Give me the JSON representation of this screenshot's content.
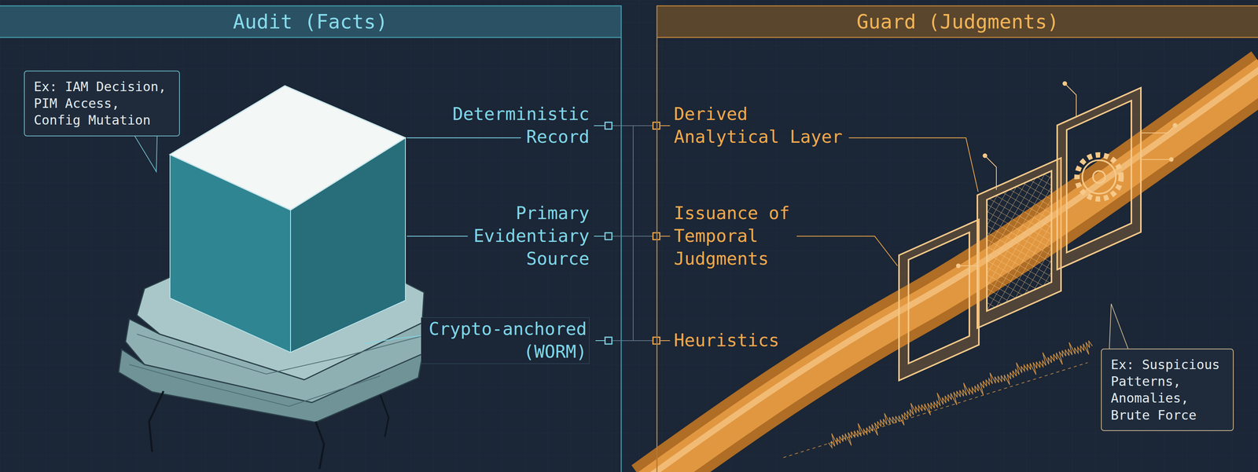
{
  "diagram": {
    "nodes": [
      {
        "text": [
          "Audit (Facts)"
        ]
      },
      {
        "text": [
          "Ex: IAM Decision, PIM Access, Config Mutation"
        ],
        "in": 0
      },
      {
        "text": [
          "Guard (Judgments)"
        ]
      },
      {
        "text": [
          "Ex: Suspicious Patterns, Anomalies, Brute Force"
        ],
        "in": 2
      }
    ],
    "labels": [
      "Deterministic Record",
      "Primary Evidentiary Source",
      "Crypto-anchored (WORM)",
      "Derived Analytical Layer",
      "Issuance of Temporal Judgments",
      "Heuristics"
    ]
  }
}
